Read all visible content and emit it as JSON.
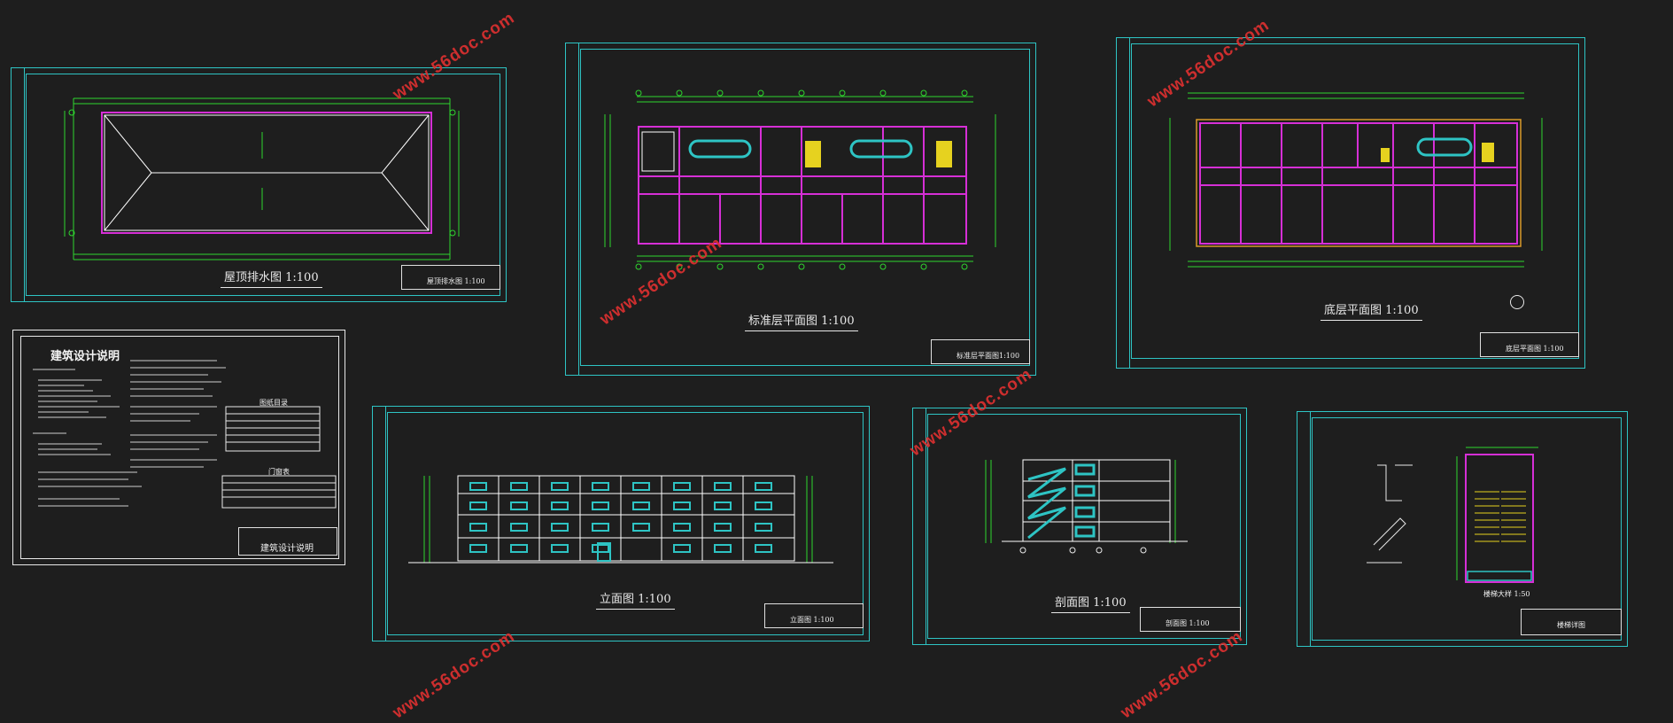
{
  "sheets": {
    "roof": {
      "caption": "屋顶排水图  1:100",
      "titleblock": "屋顶排水图 1:100"
    },
    "standard_floor": {
      "caption": "标准层平面图  1:100",
      "titleblock": "标准层平面图1:100"
    },
    "ground_floor": {
      "caption": "底层平面图  1:100",
      "titleblock": "底层平面图 1:100"
    },
    "notes": {
      "title": "建筑设计说明",
      "table_title": "图纸目录",
      "door_table_title": "门窗表",
      "titleblock": "建筑设计说明"
    },
    "elevation": {
      "caption": "立面图  1:100",
      "titleblock": "立面图 1:100"
    },
    "section": {
      "caption": "剖面图  1:100",
      "titleblock": "剖面图 1:100"
    },
    "stair": {
      "titleblock": "楼梯详图",
      "detail_label": "楼梯大样 1:50"
    }
  },
  "watermark": {
    "text": "www.56doc.com"
  },
  "colors": {
    "frame": "#2ec4c4",
    "wall": "#d62fd6",
    "grid": "#2fd62f",
    "stair": "#e6d21f",
    "text": "#e8e8e8",
    "watermark": "#e03030"
  }
}
